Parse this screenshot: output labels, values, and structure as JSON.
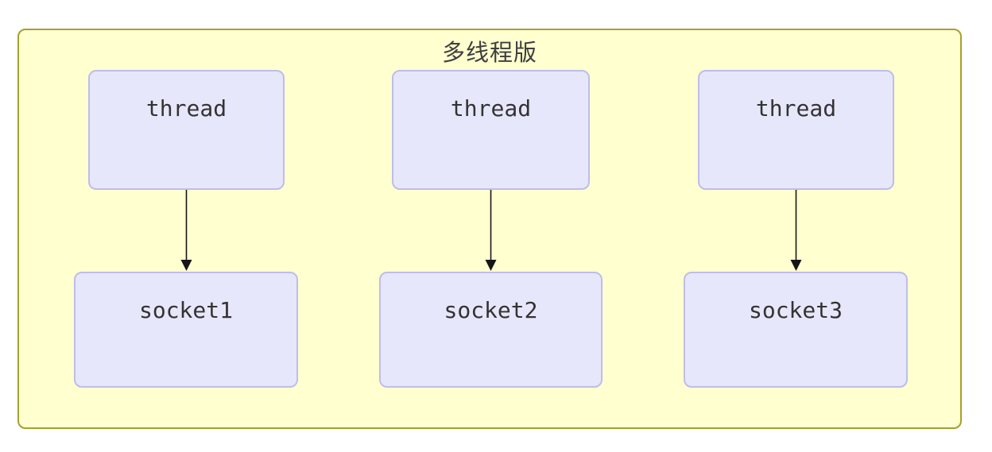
{
  "diagram": {
    "title": "多线程版",
    "colors": {
      "page_background": "#ffffff",
      "cluster_fill": "#ffffd0",
      "cluster_border": "#a5a030",
      "node_fill": "#e7e7fb",
      "node_border": "#bdbdec",
      "node_text": "#333333",
      "title_text": "#3f3f3f",
      "arrow": "#161616"
    },
    "nodes": [
      {
        "id": "thread1",
        "label": "thread"
      },
      {
        "id": "thread2",
        "label": "thread"
      },
      {
        "id": "thread3",
        "label": "thread"
      },
      {
        "id": "socket1",
        "label": "socket1"
      },
      {
        "id": "socket2",
        "label": "socket2"
      },
      {
        "id": "socket3",
        "label": "socket3"
      }
    ],
    "edges": [
      {
        "from": "thread1",
        "to": "socket1"
      },
      {
        "from": "thread2",
        "to": "socket2"
      },
      {
        "from": "thread3",
        "to": "socket3"
      }
    ]
  }
}
